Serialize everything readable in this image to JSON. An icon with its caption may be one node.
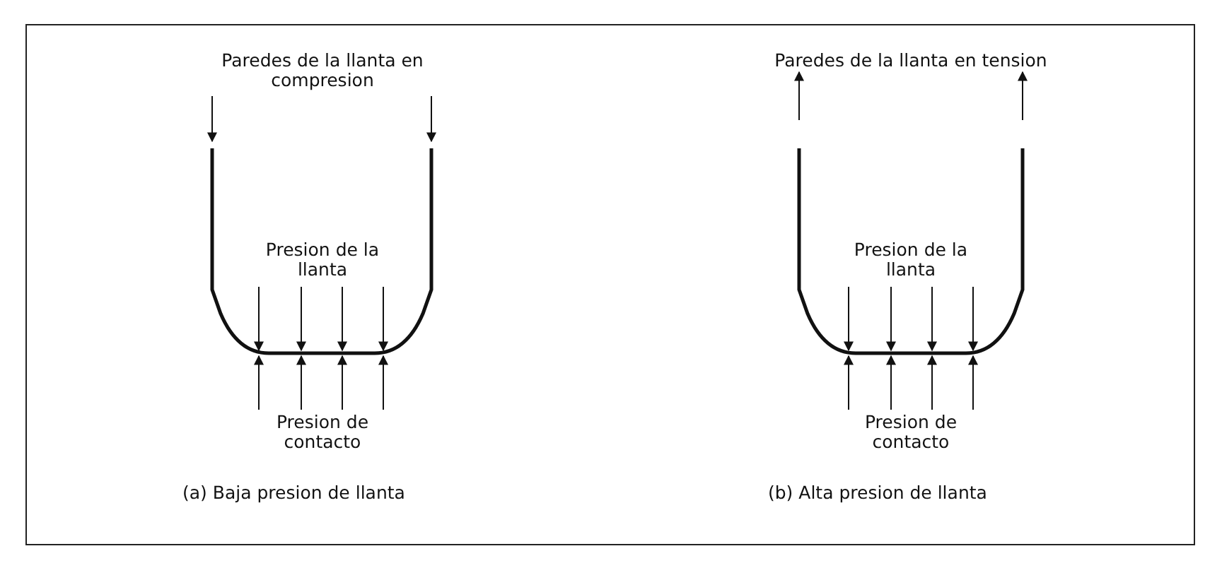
{
  "diagram": {
    "labels": [
      "Paredes de la llanta en compresion",
      "Paredes de la llanta en tension",
      "Presion de la llanta",
      "Presion de la llanta",
      "Presion de contacto",
      "Presion de contacto",
      "(a) Baja presion de llanta",
      "(b) Alta presion de llanta"
    ]
  }
}
